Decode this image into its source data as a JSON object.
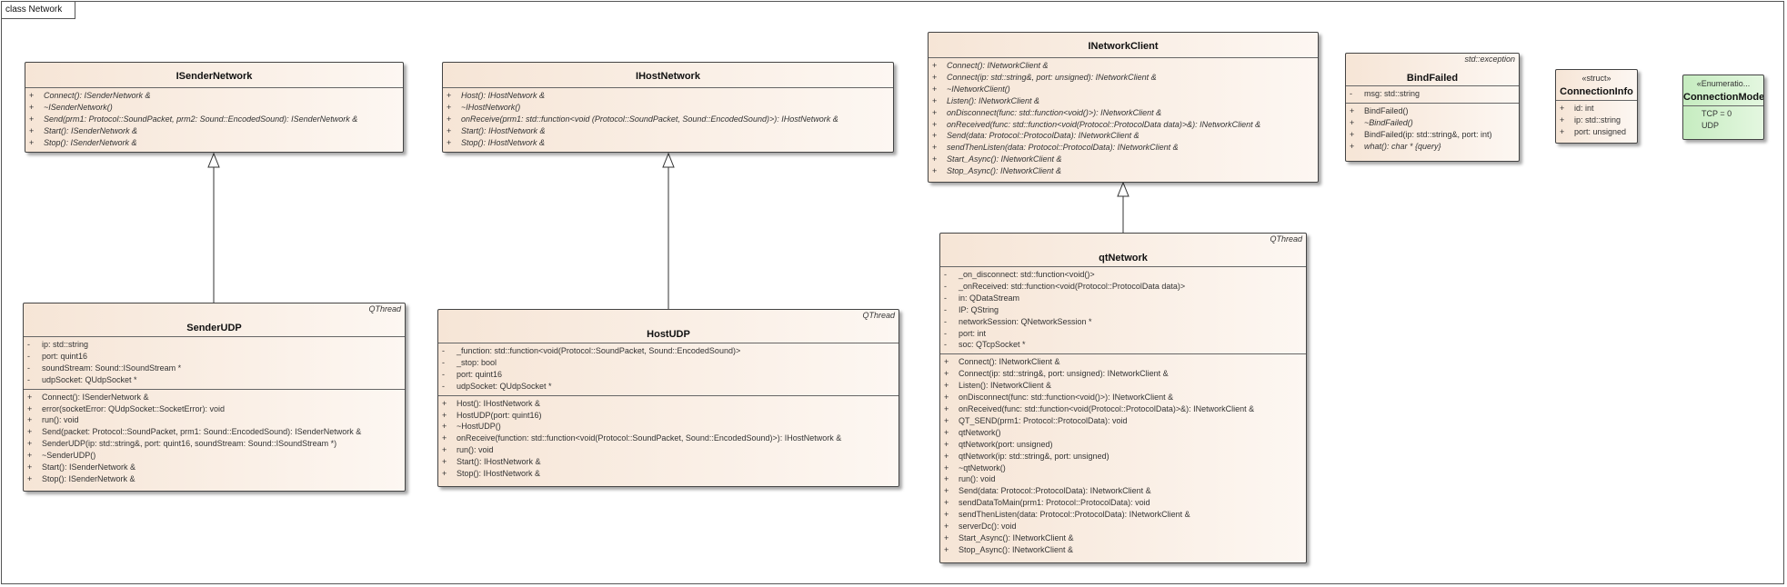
{
  "frame": {
    "label": "class Network"
  },
  "classes": {
    "ISenderNetwork": {
      "name": "ISenderNetwork",
      "attributes": [],
      "operations": [
        {
          "vis": "+",
          "text": "Connect(): ISenderNetwork &",
          "abstract": true
        },
        {
          "vis": "+",
          "text": "~ISenderNetwork()",
          "abstract": true
        },
        {
          "vis": "+",
          "text": "Send(prm1: Protocol::SoundPacket, prm2: Sound::EncodedSound): ISenderNetwork &",
          "abstract": true
        },
        {
          "vis": "+",
          "text": "Start(): ISenderNetwork &",
          "abstract": true
        },
        {
          "vis": "+",
          "text": "Stop(): ISenderNetwork &",
          "abstract": true
        }
      ]
    },
    "IHostNetwork": {
      "name": "IHostNetwork",
      "operations": [
        {
          "vis": "+",
          "text": "Host(): IHostNetwork &",
          "abstract": true
        },
        {
          "vis": "+",
          "text": "~IHostNetwork()",
          "abstract": true
        },
        {
          "vis": "+",
          "text": "onReceive(prm1: std::function<void (Protocol::SoundPacket, Sound::EncodedSound)>): IHostNetwork &",
          "abstract": true
        },
        {
          "vis": "+",
          "text": "Start(): IHostNetwork &",
          "abstract": true
        },
        {
          "vis": "+",
          "text": "Stop(): IHostNetwork &",
          "abstract": true
        }
      ]
    },
    "INetworkClient": {
      "name": "INetworkClient",
      "operations": [
        {
          "vis": "+",
          "text": "Connect(): INetworkClient &",
          "abstract": true
        },
        {
          "vis": "+",
          "text": "Connect(ip: std::string&, port: unsigned): INetworkClient &",
          "abstract": true
        },
        {
          "vis": "+",
          "text": "~INetworkClient()",
          "abstract": true
        },
        {
          "vis": "+",
          "text": "Listen(): INetworkClient &",
          "abstract": true
        },
        {
          "vis": "+",
          "text": "onDisconnect(func: std::function<void()>): INetworkClient &",
          "abstract": true
        },
        {
          "vis": "+",
          "text": "onReceived(func: std::function<void(Protocol::ProtocolData data)>&): INetworkClient &",
          "abstract": true
        },
        {
          "vis": "+",
          "text": "Send(data: Protocol::ProtocolData): INetworkClient &",
          "abstract": true
        },
        {
          "vis": "+",
          "text": "sendThenListen(data: Protocol::ProtocolData): INetworkClient &",
          "abstract": true
        },
        {
          "vis": "+",
          "text": "Start_Async(): INetworkClient &",
          "abstract": true
        },
        {
          "vis": "+",
          "text": "Stop_Async(): INetworkClient &",
          "abstract": true
        }
      ]
    },
    "BindFailed": {
      "name": "BindFailed",
      "parent": "std::exception",
      "attributes": [
        {
          "vis": "-",
          "text": "msg: std::string",
          "abstract": false
        }
      ],
      "operations": [
        {
          "vis": "+",
          "text": "BindFailed()",
          "abstract": false
        },
        {
          "vis": "+",
          "text": "~BindFailed()",
          "abstract": true
        },
        {
          "vis": "+",
          "text": "BindFailed(ip: std::string&, port: int)",
          "abstract": false
        },
        {
          "vis": "+",
          "text": "what(): char * {query}",
          "abstract": true
        }
      ]
    },
    "ConnectionInfo": {
      "name": "ConnectionInfo",
      "stereotype": "«struct»",
      "attributes": [
        {
          "vis": "+",
          "text": "id: int",
          "abstract": false
        },
        {
          "vis": "+",
          "text": "ip: std::string",
          "abstract": false
        },
        {
          "vis": "+",
          "text": "port: unsigned",
          "abstract": false
        }
      ]
    },
    "ConnectionMode": {
      "name": "ConnectionMode",
      "stereotype": "«Enumeratio...",
      "literals": [
        {
          "vis": "",
          "text": "TCP = 0",
          "abstract": false
        },
        {
          "vis": "",
          "text": "UDP",
          "abstract": false
        }
      ]
    },
    "SenderUDP": {
      "name": "SenderUDP",
      "parent": "QThread",
      "attributes": [
        {
          "vis": "-",
          "text": "ip: std::string",
          "abstract": false
        },
        {
          "vis": "-",
          "text": "port: quint16",
          "abstract": false
        },
        {
          "vis": "-",
          "text": "soundStream: Sound::ISoundStream *",
          "abstract": false
        },
        {
          "vis": "-",
          "text": "udpSocket: QUdpSocket *",
          "abstract": false
        }
      ],
      "operations": [
        {
          "vis": "+",
          "text": "Connect(): ISenderNetwork &",
          "abstract": false
        },
        {
          "vis": "+",
          "text": "error(socketError: QUdpSocket::SocketError): void",
          "abstract": false
        },
        {
          "vis": "+",
          "text": "run(): void",
          "abstract": false
        },
        {
          "vis": "+",
          "text": "Send(packet: Protocol::SoundPacket, prm1: Sound::EncodedSound): ISenderNetwork &",
          "abstract": false
        },
        {
          "vis": "+",
          "text": "SenderUDP(ip: std::string&, port: quint16, soundStream: Sound::ISoundStream *)",
          "abstract": false
        },
        {
          "vis": "+",
          "text": "~SenderUDP()",
          "abstract": false
        },
        {
          "vis": "+",
          "text": "Start(): ISenderNetwork &",
          "abstract": false
        },
        {
          "vis": "+",
          "text": "Stop(): ISenderNetwork &",
          "abstract": false
        }
      ]
    },
    "HostUDP": {
      "name": "HostUDP",
      "parent": "QThread",
      "attributes": [
        {
          "vis": "-",
          "text": "_function: std::function<void(Protocol::SoundPacket, Sound::EncodedSound)>",
          "abstract": false
        },
        {
          "vis": "-",
          "text": "_stop: bool",
          "abstract": false
        },
        {
          "vis": "-",
          "text": "port: quint16",
          "abstract": false
        },
        {
          "vis": "-",
          "text": "udpSocket: QUdpSocket *",
          "abstract": false
        }
      ],
      "operations": [
        {
          "vis": "+",
          "text": "Host(): IHostNetwork &",
          "abstract": false
        },
        {
          "vis": "+",
          "text": "HostUDP(port: quint16)",
          "abstract": false
        },
        {
          "vis": "+",
          "text": "~HostUDP()",
          "abstract": false
        },
        {
          "vis": "+",
          "text": "onReceive(function: std::function<void(Protocol::SoundPacket, Sound::EncodedSound)>): IHostNetwork &",
          "abstract": false
        },
        {
          "vis": "+",
          "text": "run(): void",
          "abstract": false
        },
        {
          "vis": "+",
          "text": "Start(): IHostNetwork &",
          "abstract": false
        },
        {
          "vis": "+",
          "text": "Stop(): IHostNetwork &",
          "abstract": false
        }
      ]
    },
    "qtNetwork": {
      "name": "qtNetwork",
      "parent": "QThread",
      "attributes": [
        {
          "vis": "-",
          "text": "_on_disconnect: std::function<void()>",
          "abstract": false
        },
        {
          "vis": "-",
          "text": "_onReceived: std::function<void(Protocol::ProtocolData data)>",
          "abstract": false
        },
        {
          "vis": "-",
          "text": "in: QDataStream",
          "abstract": false
        },
        {
          "vis": "-",
          "text": "IP: QString",
          "abstract": false
        },
        {
          "vis": "-",
          "text": "networkSession: QNetworkSession *",
          "abstract": false
        },
        {
          "vis": "-",
          "text": "port: int",
          "abstract": false
        },
        {
          "vis": "-",
          "text": "soc: QTcpSocket *",
          "abstract": false
        }
      ],
      "operations": [
        {
          "vis": "+",
          "text": "Connect(): INetworkClient &",
          "abstract": false
        },
        {
          "vis": "+",
          "text": "Connect(ip: std::string&, port: unsigned): INetworkClient &",
          "abstract": false
        },
        {
          "vis": "+",
          "text": "Listen(): INetworkClient &",
          "abstract": false
        },
        {
          "vis": "+",
          "text": "onDisconnect(func: std::function<void()>): INetworkClient &",
          "abstract": false
        },
        {
          "vis": "+",
          "text": "onReceived(func: std::function<void(Protocol::ProtocolData)>&): INetworkClient &",
          "abstract": false
        },
        {
          "vis": "+",
          "text": "QT_SEND(prm1: Protocol::ProtocolData): void",
          "abstract": false
        },
        {
          "vis": "+",
          "text": "qtNetwork()",
          "abstract": false
        },
        {
          "vis": "+",
          "text": "qtNetwork(port: unsigned)",
          "abstract": false
        },
        {
          "vis": "+",
          "text": "qtNetwork(ip: std::string&, port: unsigned)",
          "abstract": false
        },
        {
          "vis": "+",
          "text": "~qtNetwork()",
          "abstract": false
        },
        {
          "vis": "+",
          "text": "run(): void",
          "abstract": false
        },
        {
          "vis": "+",
          "text": "Send(data: Protocol::ProtocolData): INetworkClient &",
          "abstract": false
        },
        {
          "vis": "+",
          "text": "sendDataToMain(prm1: Protocol::ProtocolData): void",
          "abstract": false
        },
        {
          "vis": "+",
          "text": "sendThenListen(data: Protocol::ProtocolData): INetworkClient &",
          "abstract": false
        },
        {
          "vis": "+",
          "text": "serverDc(): void",
          "abstract": false
        },
        {
          "vis": "+",
          "text": "Start_Async(): INetworkClient &",
          "abstract": false
        },
        {
          "vis": "+",
          "text": "Stop_Async(): INetworkClient &",
          "abstract": false
        }
      ]
    }
  },
  "relations": [
    {
      "from": "SenderUDP",
      "to": "ISenderNetwork",
      "kind": "realization"
    },
    {
      "from": "HostUDP",
      "to": "IHostNetwork",
      "kind": "realization"
    },
    {
      "from": "qtNetwork",
      "to": "INetworkClient",
      "kind": "realization"
    }
  ]
}
